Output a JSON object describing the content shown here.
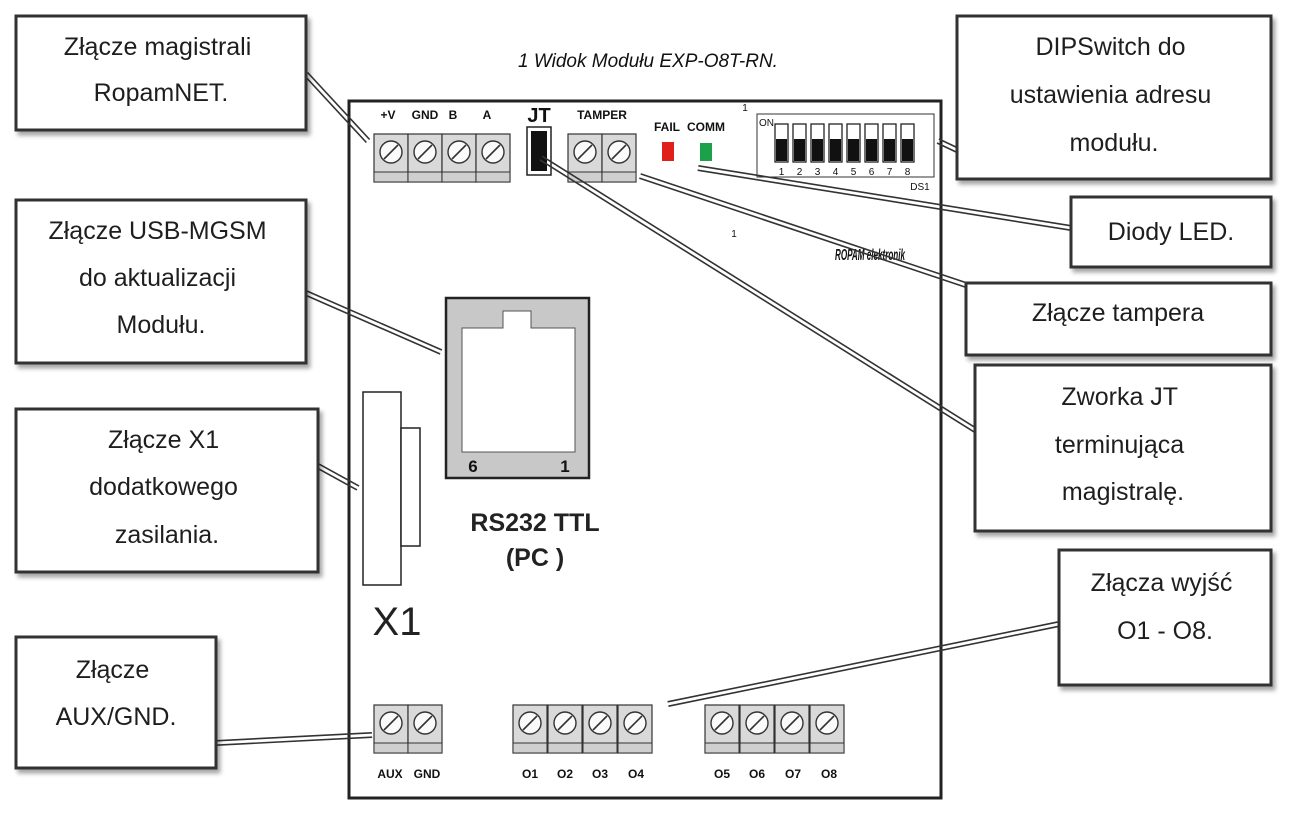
{
  "title": "1 Widok Modułu EXP-O8T-RN.",
  "callouts": {
    "ropamnet": [
      "Złącze magistrali",
      "RopamNET."
    ],
    "usb": [
      "Złącze USB-MGSM",
      "do aktualizacji",
      "Modułu."
    ],
    "x1": [
      "Złącze X1",
      "dodatkowego",
      "zasilania."
    ],
    "aux": [
      "Złącze",
      "AUX/GND."
    ],
    "dip": [
      "DIPSwitch do",
      "ustawienia adresu",
      "modułu."
    ],
    "led": [
      "Diody LED."
    ],
    "tamper": [
      "Złącze tampera"
    ],
    "jt": [
      "Zworka JT",
      "terminująca",
      "magistralę."
    ],
    "outputs": [
      "Złącza wyjść",
      "O1 - O8."
    ]
  },
  "board": {
    "bus_labels": [
      "+V",
      "GND",
      "B",
      "A"
    ],
    "jt_label": "JT",
    "tamper_label": "TAMPER",
    "fail_label": "FAIL",
    "comm_label": "COMM",
    "dip_on": "ON",
    "dip_numbers": [
      "1",
      "2",
      "3",
      "4",
      "5",
      "6",
      "7",
      "8"
    ],
    "dip_ref": "DS1",
    "pin1_top": "1",
    "pin1_mid": "1",
    "rj_pin_left": "6",
    "rj_pin_right": "1",
    "rs232_line1": "RS232 TTL",
    "rs232_line2": "(PC )",
    "x1_label": "X1",
    "aux_labels": [
      "AUX",
      "GND"
    ],
    "out_labels_a": [
      "O1",
      "O2",
      "O3",
      "O4"
    ],
    "out_labels_b": [
      "O5",
      "O6",
      "O7",
      "O8"
    ],
    "logo": "ROPAM elektronik"
  },
  "colors": {
    "fail_led": "#e0201b",
    "comm_led": "#1aa14a",
    "terminal": "#d3d3d3"
  }
}
